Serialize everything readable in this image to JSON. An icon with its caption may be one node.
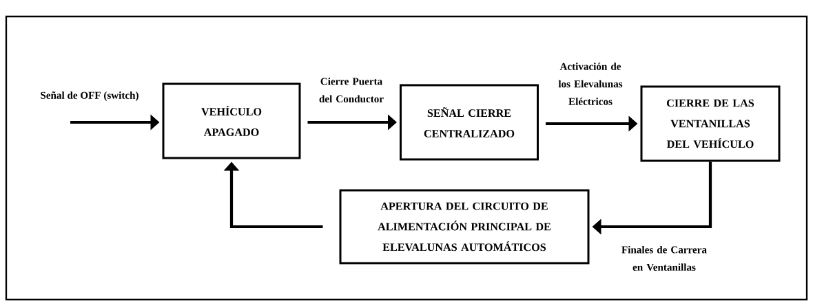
{
  "diagram": {
    "nodes": [
      {
        "text": [
          "VEHÍCULO APAGADO"
        ]
      },
      {
        "text": [
          "SEÑAL CIERRE CENTRALIZADO"
        ]
      },
      {
        "text": [
          "CIERRE DE LAS VENTANILLAS DEL VEHÍCULO"
        ]
      },
      {
        "text": [
          "APERTURA DEL CIRCUITO DE ALIMENTACIÓN PRINCIPAL DE ELEVALUNAS AUTOMÁTICOS"
        ]
      }
    ],
    "edges": [
      {
        "from": null,
        "to": 0,
        "arrow": "to",
        "label": "Señal de OFF (switch)"
      },
      {
        "from": 0,
        "to": 1,
        "arrow": "to",
        "label": "Cierre Puerta del Conductor"
      },
      {
        "from": 1,
        "to": 2,
        "arrow": "to",
        "label": "Activación de los Elevalunas Eléctricos"
      },
      {
        "from": 2,
        "to": 3,
        "arrow": "to",
        "label": "Finales de Carrera en Ventanillas"
      },
      {
        "from": 3,
        "to": 0,
        "arrow": "to"
      }
    ]
  }
}
